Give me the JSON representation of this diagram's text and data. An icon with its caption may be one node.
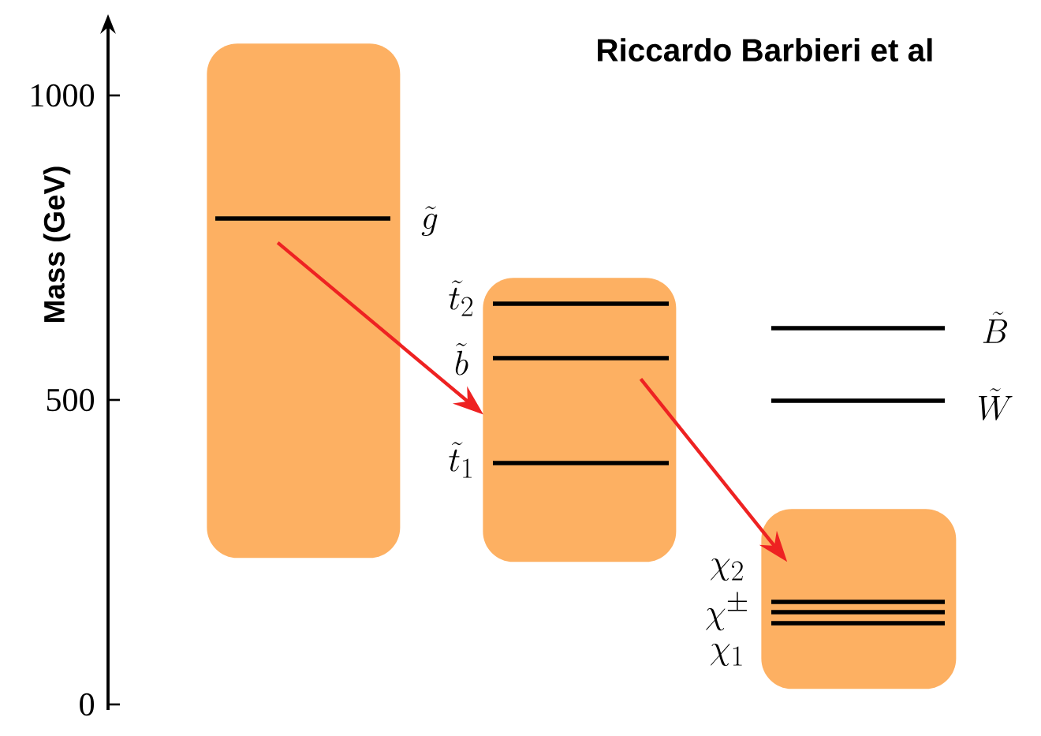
{
  "diagram": {
    "nodes": [
      {
        "text": [],
        "shape": "box",
        "beside": [
          "\\tilde{g}"
        ]
      },
      {
        "text": [],
        "shape": "box",
        "beside": [
          "\\tilde{t}_2",
          "\\tilde{b}",
          "\\tilde{t}_1"
        ]
      },
      {
        "text": [],
        "shape": "box",
        "beside": [
          "\\chi_2",
          "\\chi^{\\pm}",
          "\\chi_1"
        ]
      }
    ],
    "edges": [
      {
        "from": 0,
        "to": 1,
        "arrow": "to",
        "color": "#ee2222"
      },
      {
        "from": 1,
        "to": 2,
        "arrow": "to",
        "color": "#ee2222"
      }
    ],
    "labels": [
      "Riccardo Barbieri et al",
      "Mass (GeV)",
      "1000",
      "500",
      "0",
      "\\tilde{B}",
      "\\tilde{W}"
    ]
  }
}
